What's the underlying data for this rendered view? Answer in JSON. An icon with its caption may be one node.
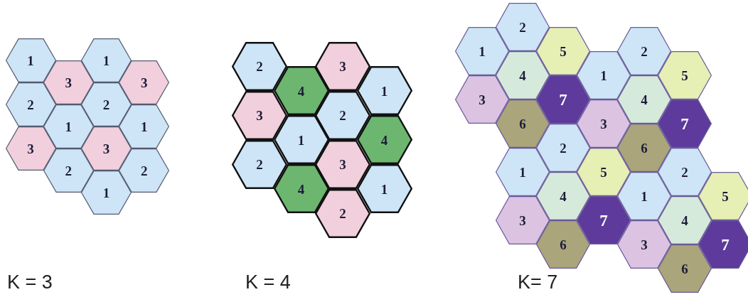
{
  "diagram": {
    "nodes": [
      {
        "text": [
          "1"
        ]
      },
      {
        "text": [
          "2"
        ]
      },
      {
        "text": [
          "3"
        ]
      },
      {
        "text": [
          "3"
        ]
      },
      {
        "text": [
          "1"
        ]
      },
      {
        "text": [
          "2"
        ]
      },
      {
        "text": [
          "1"
        ]
      },
      {
        "text": [
          "2"
        ]
      },
      {
        "text": [
          "3"
        ]
      },
      {
        "text": [
          "1"
        ]
      },
      {
        "text": [
          "3"
        ]
      },
      {
        "text": [
          "1"
        ]
      },
      {
        "text": [
          "2"
        ]
      },
      {
        "text": [
          "2"
        ]
      },
      {
        "text": [
          "3"
        ]
      },
      {
        "text": [
          "2"
        ]
      },
      {
        "text": [
          "4"
        ]
      },
      {
        "text": [
          "1"
        ]
      },
      {
        "text": [
          "4"
        ]
      },
      {
        "text": [
          "3"
        ]
      },
      {
        "text": [
          "2"
        ]
      },
      {
        "text": [
          "3"
        ]
      },
      {
        "text": [
          "2"
        ]
      },
      {
        "text": [
          "1"
        ]
      },
      {
        "text": [
          "4"
        ]
      },
      {
        "text": [
          "1"
        ]
      },
      {
        "text": [
          "1"
        ]
      },
      {
        "text": [
          "3"
        ]
      },
      {
        "text": [
          "2"
        ]
      },
      {
        "text": [
          "4"
        ]
      },
      {
        "text": [
          "6"
        ]
      },
      {
        "text": [
          "1"
        ]
      },
      {
        "text": [
          "3"
        ]
      },
      {
        "text": [
          "5"
        ]
      },
      {
        "text": [
          "7"
        ]
      },
      {
        "text": [
          "2"
        ]
      },
      {
        "text": [
          "4"
        ]
      },
      {
        "text": [
          "6"
        ]
      },
      {
        "text": [
          "1"
        ]
      },
      {
        "text": [
          "3"
        ]
      },
      {
        "text": [
          "5"
        ]
      },
      {
        "text": [
          "7"
        ]
      },
      {
        "text": [
          "2"
        ]
      },
      {
        "text": [
          "4"
        ]
      },
      {
        "text": [
          "6"
        ]
      },
      {
        "text": [
          "1"
        ]
      },
      {
        "text": [
          "3"
        ]
      },
      {
        "text": [
          "5"
        ]
      },
      {
        "text": [
          "7"
        ]
      },
      {
        "text": [
          "2"
        ]
      },
      {
        "text": [
          "4"
        ]
      },
      {
        "text": [
          "6"
        ]
      },
      {
        "text": [
          "5"
        ]
      },
      {
        "text": [
          "7"
        ]
      }
    ],
    "labels": [
      "K = 3",
      "K = 4",
      "K= 7"
    ]
  }
}
